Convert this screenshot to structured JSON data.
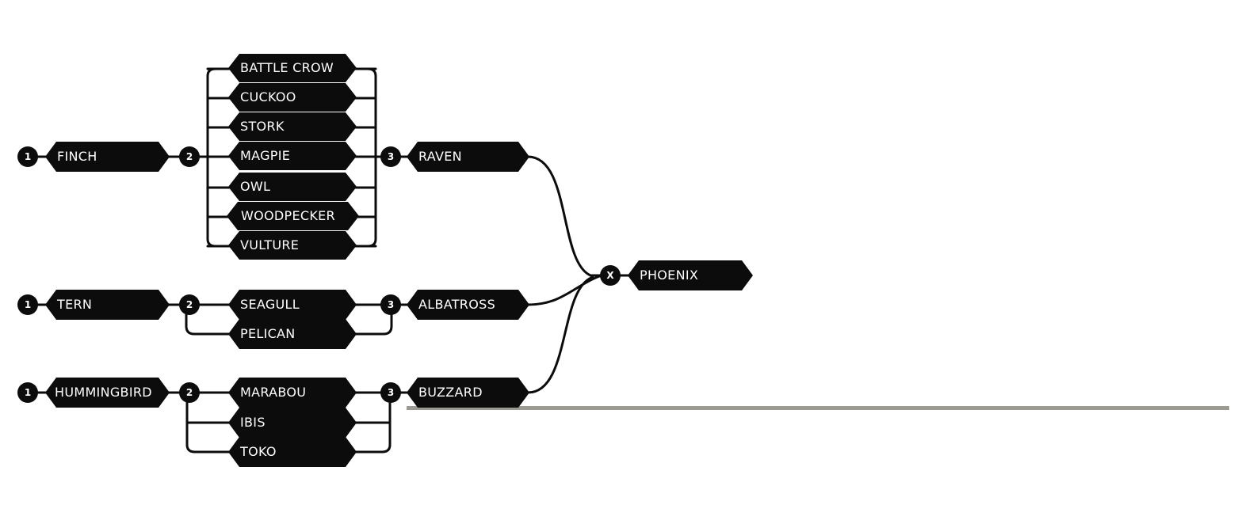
{
  "tree": {
    "chain1": {
      "step1": "1",
      "root": "FINCH",
      "step2": "2",
      "options": [
        "BATTLE CROW",
        "CUCKOO",
        "STORK",
        "MAGPIE",
        "OWL",
        "WOODPECKER",
        "VULTURE"
      ],
      "step3": "3",
      "result": "RAVEN"
    },
    "chain2": {
      "step1": "1",
      "root": "TERN",
      "step2": "2",
      "options": [
        "SEAGULL",
        "PELICAN"
      ],
      "step3": "3",
      "result": "ALBATROSS"
    },
    "chain3": {
      "step1": "1",
      "root": "HUMMINGBIRD",
      "step2": "2",
      "options": [
        "MARABOU",
        "IBIS",
        "TOKO"
      ],
      "step3": "3",
      "result": "BUZZARD"
    },
    "final": {
      "step": "X",
      "result": "PHOENIX"
    }
  },
  "colors": {
    "node": "#0c0c0c",
    "text": "#ffffff",
    "line": "#0c0c0c",
    "baseline": "#9b9b93"
  }
}
